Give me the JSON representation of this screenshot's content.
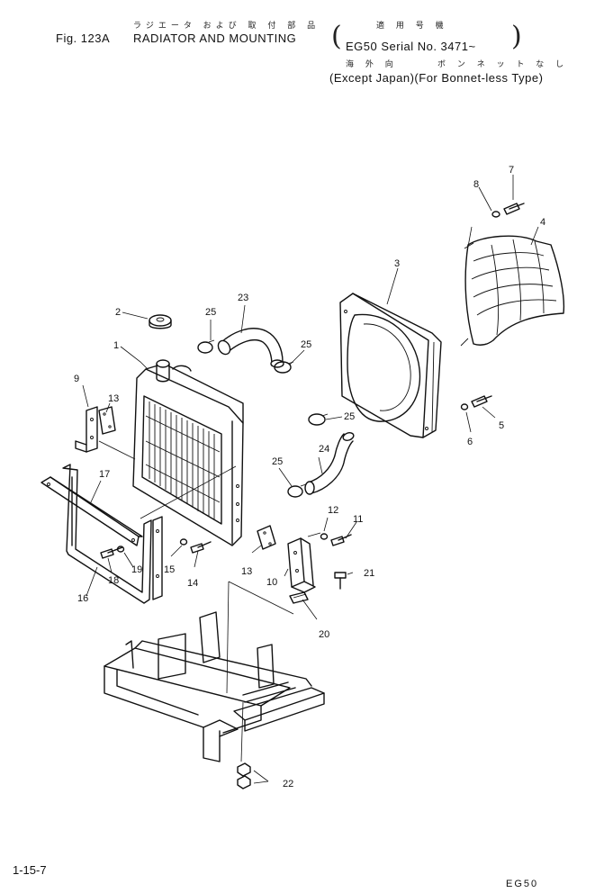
{
  "header": {
    "jp_title": "ラジエータ および 取 付 部 品",
    "fig_label": "Fig. 123A",
    "title": "RADIATOR AND MOUNTING",
    "jp_applic": "適 用 号 機",
    "serial": "EG50 Serial No. 3471~",
    "jp_overseas": "海 外 向",
    "jp_bonnet": "ボ ン ネ ッ ト な し",
    "except": "(Except Japan)(For Bonnet-less Type)"
  },
  "callouts": [
    {
      "id": "1",
      "label": "1"
    },
    {
      "id": "2",
      "label": "2"
    },
    {
      "id": "3",
      "label": "3"
    },
    {
      "id": "4",
      "label": "4"
    },
    {
      "id": "5",
      "label": "5"
    },
    {
      "id": "6",
      "label": "6"
    },
    {
      "id": "7",
      "label": "7"
    },
    {
      "id": "8",
      "label": "8"
    },
    {
      "id": "9",
      "label": "9"
    },
    {
      "id": "10",
      "label": "10"
    },
    {
      "id": "11",
      "label": "11"
    },
    {
      "id": "12",
      "label": "12"
    },
    {
      "id": "13a",
      "label": "13"
    },
    {
      "id": "13b",
      "label": "13"
    },
    {
      "id": "14",
      "label": "14"
    },
    {
      "id": "15",
      "label": "15"
    },
    {
      "id": "16",
      "label": "16"
    },
    {
      "id": "17",
      "label": "17"
    },
    {
      "id": "18",
      "label": "18"
    },
    {
      "id": "19",
      "label": "19"
    },
    {
      "id": "20",
      "label": "20"
    },
    {
      "id": "21",
      "label": "21"
    },
    {
      "id": "22",
      "label": "22"
    },
    {
      "id": "23",
      "label": "23"
    },
    {
      "id": "24",
      "label": "24"
    },
    {
      "id": "25a",
      "label": "25"
    },
    {
      "id": "25b",
      "label": "25"
    },
    {
      "id": "25c",
      "label": "25"
    },
    {
      "id": "25d",
      "label": "25"
    }
  ],
  "footer": {
    "page_ref": "1-15-7",
    "model": "EG50"
  }
}
